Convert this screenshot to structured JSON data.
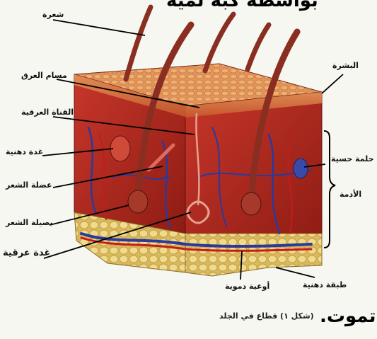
{
  "header_fragment": "بواسطة كبة لمية",
  "footer_word": "تموت.",
  "caption": "(شكل ١) قطاع في الجلد",
  "labels": {
    "hair": "شعرة",
    "pore": "مسام العرق",
    "sweat_duct": "القناة العرقية",
    "sebaceous_gland": "غدة دهنية",
    "hair_muscle": "عضلة الشعر",
    "hair_bulb": "بصيلة الشعر",
    "sweat_gland": "غدة عرقية",
    "epidermis": "البشرة",
    "sensory_corpuscle": "حلمة حسية",
    "dermis": "الأدمة",
    "blood_vessels": "أوعية دموية",
    "fat_layer": "طبقة دهنية"
  },
  "colors": {
    "dermis": "#b8281c",
    "epidermis": "#d7733c",
    "fat": "#e8cf78",
    "vein": "#2a3a9c",
    "hair": "#8a2e22"
  }
}
